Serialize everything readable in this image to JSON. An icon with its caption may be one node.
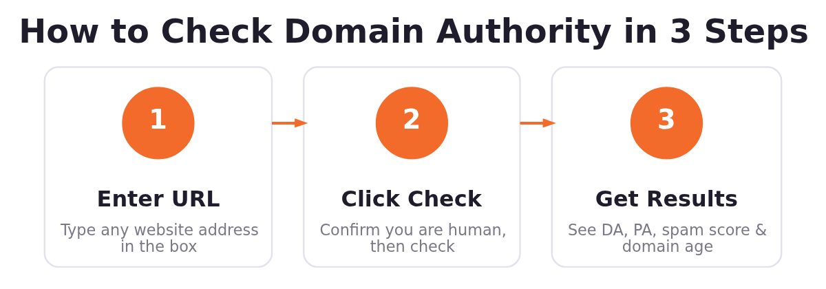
{
  "diagram": {
    "title": "How to Check Domain Authority in 3 Steps",
    "nodes": [
      {
        "text": [
          "Enter URL",
          "Type any website address in the box"
        ]
      },
      {
        "text": [
          "1"
        ],
        "in": 0
      },
      {
        "text": [
          "Click Check",
          "Confirm you are human, then check"
        ]
      },
      {
        "text": [
          "2"
        ],
        "in": 2
      },
      {
        "text": [
          "Get Results",
          "See DA, PA, spam score & domain age"
        ]
      },
      {
        "text": [
          "3"
        ],
        "in": 4
      }
    ],
    "edges": [
      {
        "from": 0,
        "to": 2,
        "arrow": "to"
      },
      {
        "from": 2,
        "to": 4,
        "arrow": "to"
      }
    ]
  }
}
